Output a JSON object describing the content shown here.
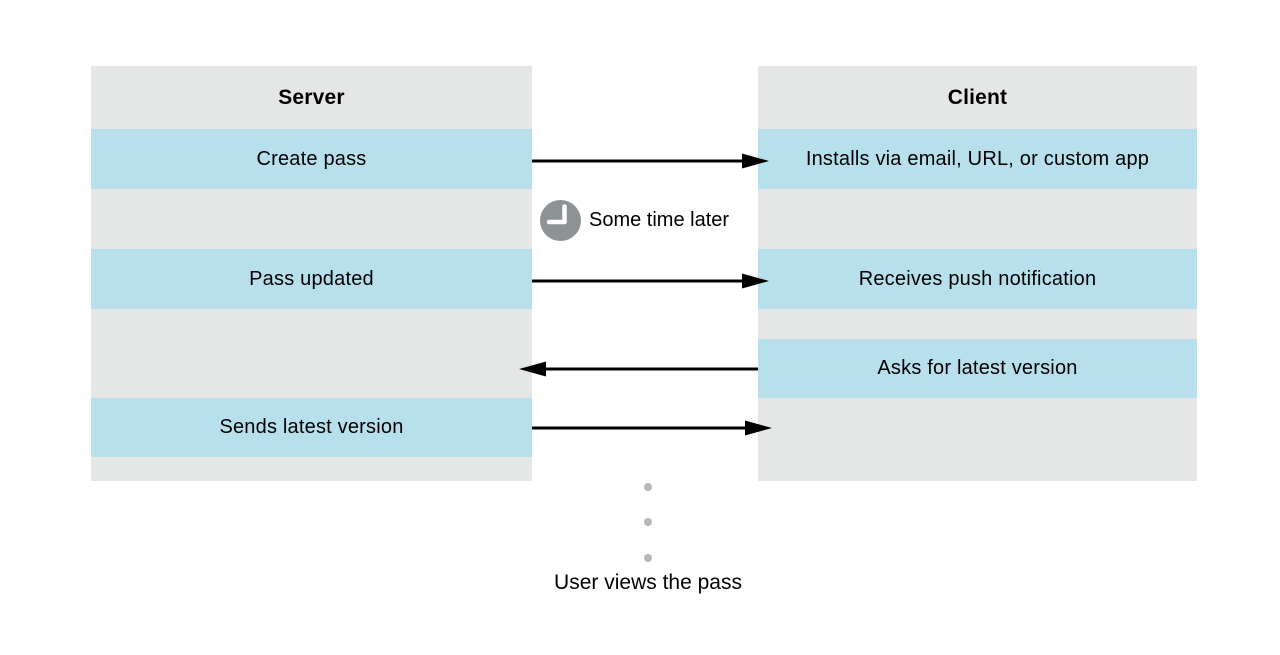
{
  "figure": {
    "server_column": {
      "title": "Server",
      "rows": {
        "create_pass": "Create pass",
        "pass_updated": "Pass updated",
        "sends_latest_version": "Sends latest version"
      }
    },
    "client_column": {
      "title": "Client",
      "rows": {
        "installs": "Installs via email, URL, or custom app",
        "receives_push_notification": "Receives push notification",
        "asks_for_latest_version": "Asks for latest version"
      }
    },
    "middle": {
      "some_time_later": "Some time later",
      "user_views_the_pass": "User views the pass"
    },
    "icons": {
      "clock": "clock-icon",
      "ellipsis": "vertical-ellipsis-dots"
    }
  },
  "colors": {
    "row_blue": "#b8dfec",
    "row_gray": "#e5e6e6",
    "clock_gray": "#8d9295",
    "dot_gray": "#b5b8b8",
    "arrow_black": "#000000"
  }
}
